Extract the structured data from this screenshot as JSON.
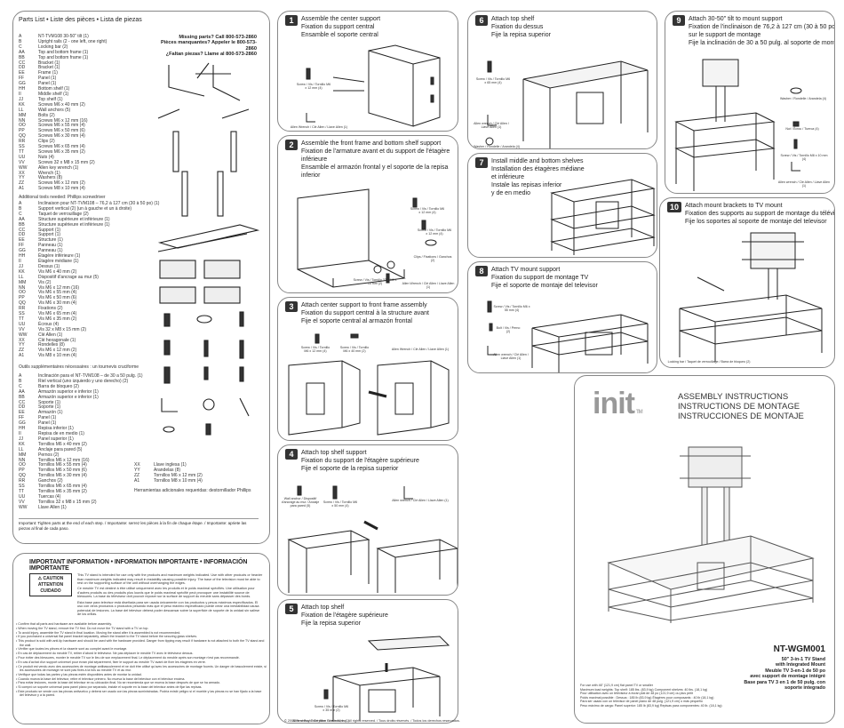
{
  "parts_list": {
    "header": "Parts List • Liste des pièces • Lista de piezas",
    "missing_parts": [
      "Missing parts? Call 800-573-2860",
      "Pièces manquantes? Appeler le 800-573-2860",
      "¿Faltan piezas? Llame al 800-573-2860"
    ],
    "english_items": [
      [
        "A",
        "NT-TVM108 30-50\" tilt (1)"
      ],
      [
        "B",
        "Upright rails (2 - one left, one right)"
      ],
      [
        "C",
        "Locking bar (2)"
      ],
      [
        "AA",
        "Top and bottom frame (1)"
      ],
      [
        "BB",
        "Top and bottom frame (1)"
      ],
      [
        "CC",
        "Bracket (1)"
      ],
      [
        "DD",
        "Bracket (1)"
      ],
      [
        "EE",
        "Frame (1)"
      ],
      [
        "FF",
        "Panel (1)"
      ],
      [
        "GG",
        "Panel (1)"
      ],
      [
        "HH",
        "Bottom shelf (1)"
      ],
      [
        "II",
        "Middle shelf (1)"
      ],
      [
        "JJ",
        "Top shelf (1)"
      ],
      [
        "KK",
        "Screws M6 x 40 mm (2)"
      ],
      [
        "LL",
        "Wall anchors (5)"
      ],
      [
        "MM",
        "Bolts (2)"
      ],
      [
        "NN",
        "Screws M6 x 12 mm (16)"
      ],
      [
        "OO",
        "Screws M6 x 55 mm (4)"
      ],
      [
        "PP",
        "Screws M6 x 50 mm (6)"
      ],
      [
        "QQ",
        "Screws M6 x 30 mm (4)"
      ],
      [
        "RR",
        "Clips (2)"
      ],
      [
        "SS",
        "Screws M6 x 65 mm (4)"
      ],
      [
        "TT",
        "Screws M6 x 35 mm (2)"
      ],
      [
        "UU",
        "Nuts (4)"
      ],
      [
        "VV",
        "Screws 32 x M8 x 15 mm (2)"
      ],
      [
        "WW",
        "Allen key wrench (1)"
      ],
      [
        "XX",
        "Wrench (1)"
      ],
      [
        "YY",
        "Washers (8)"
      ],
      [
        "ZZ",
        "Screws M6 x 12 mm (2)"
      ],
      [
        "A1",
        "Screws M8 x 10 mm (4)"
      ]
    ],
    "english_tools": "Additional tools needed: Phillips screwdriver",
    "french_items": [
      [
        "A",
        "Inclinaison pour NT-TVM108 – 76,2 à 127 cm (30 à 50 po) (1)"
      ],
      [
        "B",
        "Support vertical (2) (un à gauche et un à droite)"
      ],
      [
        "C",
        "Taquet de verrouillage (2)"
      ],
      [
        "AA",
        "Structure supérieure et inférieure (1)"
      ],
      [
        "BB",
        "Structure supérieure et inférieure (1)"
      ],
      [
        "CC",
        "Support (1)"
      ],
      [
        "DD",
        "Support (1)"
      ],
      [
        "EE",
        "Structure (1)"
      ],
      [
        "FF",
        "Panneau (1)"
      ],
      [
        "GG",
        "Panneau (1)"
      ],
      [
        "HH",
        "Étagère inférieure (1)"
      ],
      [
        "II",
        "Étagère médiane (1)"
      ],
      [
        "JJ",
        "Dessus (1)"
      ],
      [
        "KK",
        "Vis M6 x 40 mm (2)"
      ],
      [
        "LL",
        "Dispositif d'ancrage au mur (5)"
      ],
      [
        "MM",
        "Vis (2)"
      ],
      [
        "NN",
        "Vis M6 x 12 mm (16)"
      ],
      [
        "OO",
        "Vis M6 x 55 mm (4)"
      ],
      [
        "PP",
        "Vis M6 x 50 mm (6)"
      ],
      [
        "QQ",
        "Vis M6 x 30 mm (4)"
      ],
      [
        "RR",
        "Fixations (2)"
      ],
      [
        "SS",
        "Vis M6 x 65 mm (4)"
      ],
      [
        "TT",
        "Vis M6 x 35 mm (2)"
      ],
      [
        "UU",
        "Écrous (4)"
      ],
      [
        "VV",
        "Vis 32 x M8 x 15 mm (2)"
      ],
      [
        "WW",
        "Clé Allen (1)"
      ],
      [
        "XX",
        "Clé hexagonale (1)"
      ],
      [
        "YY",
        "Rondelles (8)"
      ],
      [
        "ZZ",
        "Vis M6 x 12 mm (2)"
      ],
      [
        "A1",
        "Vis M8 x 10 mm (4)"
      ]
    ],
    "french_tools": "Outils supplémentaires nécessaires : un tournevis cruciforme",
    "spanish_items": [
      [
        "A",
        "Inclinación para el NT-TVM108 – de 30 a 50 pulg. (1)"
      ],
      [
        "B",
        "Riel vertical (uno izquierdo y uno derecho) (2)"
      ],
      [
        "C",
        "Barra de bloqueo (2)"
      ],
      [
        "AA",
        "Armazón superior e inferior (1)"
      ],
      [
        "BB",
        "Armazón superior e inferior (1)"
      ],
      [
        "CC",
        "Soporte (1)"
      ],
      [
        "DD",
        "Soporte (1)"
      ],
      [
        "EE",
        "Armazón (1)"
      ],
      [
        "FF",
        "Panel (1)"
      ],
      [
        "GG",
        "Panel (1)"
      ],
      [
        "HH",
        "Repisa inferior (1)"
      ],
      [
        "II",
        "Repisa de en medio (1)"
      ],
      [
        "JJ",
        "Panel superior (1)"
      ],
      [
        "KK",
        "Tornillos M6 x 40 mm (2)"
      ],
      [
        "LL",
        "Anclaje para pared (5)"
      ],
      [
        "MM",
        "Pernos (2)"
      ],
      [
        "NN",
        "Tornillos M6 x 12 mm (16)"
      ],
      [
        "OO",
        "Tornillos M6 x 55 mm (4)"
      ],
      [
        "PP",
        "Tornillos M6 x 50 mm (6)"
      ],
      [
        "QQ",
        "Tornillos M6 x 30 mm (4)"
      ],
      [
        "RR",
        "Ganchos (2)"
      ],
      [
        "SS",
        "Tornillos M6 x 65 mm (4)"
      ],
      [
        "TT",
        "Tornillos M6 x 35 mm (2)"
      ],
      [
        "UU",
        "Tuercas (4)"
      ],
      [
        "VV",
        "Tornillos 32 x M8 x 15 mm (2)"
      ],
      [
        "WW",
        "Llave Allen (1)"
      ]
    ],
    "spanish_extra": [
      [
        "XX",
        "Llave inglesa (1)"
      ],
      [
        "YY",
        "Arandelas (8)"
      ],
      [
        "ZZ",
        "Tornillos M6 x 12 mm (2)"
      ],
      [
        "A1",
        "Tornillos M8 x 10 mm (4)"
      ]
    ],
    "spanish_tools": "Herramientas adicionales requeridas: destornillador Phillips",
    "important": "Important: Tighten parts at the end of each step. / Importante: serrez les pièces à la fin de chaque étape. / Importante: apriete las piezas al final de cada paso."
  },
  "important_info": {
    "header": "IMPORTANT INFORMATION • INFORMATION IMPORTANTE • INFORMACIÓN IMPORTANTE",
    "caution_badge": [
      "CAUTION",
      "ATTENTION",
      "CUIDADO"
    ],
    "paragraph_en": "This TV stand is intended for use only with the products and maximum weights indicated. Use with other products or heavier than maximum weights indicated may result in instability causing possible injury. The base of the television must be able to rest on the supporting surface of the unit without overhanging the edges.",
    "paragraph_fr": "Ce meuble TV est destiné à être utilisé uniquement avec les produits et le poids maximal spécifiés. Une utilisation pour d'autres produits ou des produits plus lourds que le poids maximal spécifié peut provoquer une instabilité source de blessures. La base du téléviseur doit pouvoir reposer sur la surface de support du meuble sans dépasser des bords.",
    "paragraph_es": "Esta base para televisor está diseñada para ser usada únicamente con los productos y pesos máximos especificados. El uso con otros productos o productos pesando más que el peso máximo especificado puede crear una inestabilidad causa potencial de lesiones. La base del televisor deberá poder descansar sobre la superficie de soporte de la unidad sin salirse de los orillas.",
    "bullets": [
      "Confirm that all parts and hardware are available before assembly.",
      "When moving the TV stand, remove the TV first. Do not move the TV stand with a TV on top.",
      "To avoid injury, assemble the TV stand in final location. Moving the stand after it is assembled is not recommended.",
      "If you purchased a universal flat panel bracket separately, attach the bracket to the TV stand before the securing glass shelves.",
      "This product is sold with anti-tip hardware and should be used with the hardware provided. Danger from tipping may result if hardware is not attached to both the TV stand and the wall.",
      "Vérifier que toutes les pièces et la visserie sont au complet avant le montage.",
      "En cas de déplacement du meuble TV, retirer d'abord le téléviseur. Ne pas déplacer le meuble TV avec le téléviseur dessus.",
      "Pour éviter des blessures, monter le meuble TV sur le lieu de son emplacement final. Le déplacement du meuble après son montage n'est pas recommandé.",
      "En cas d'achat d'un support universel pour écran plat séparément, fixer le support au meuble TV avant de fixer les étagères en verre.",
      "Ce produit est vendu avec des accessoires de montage antibasculement et ne doit être utilisé qu'avec les accessoires de montage fournis. Un danger de basculement existe, si les accessoires de montage ne sont pas fixés à la fois au meuble TV et au mur.",
      "Verifique que todas las partes y las piezas estén disponibles antes de montar la unidad.",
      "Cuando mueva la base del televisor, retire el televisor primero. No mueva la base del televisor con el televisor encima.",
      "Para evitar lesiones, monte la base del televisor en su ubicación final. No se recomienda que se mueva la base después de que se ha armado.",
      "Si compró un soporte universal para panel plano por separado, instale el soporte en la base del televisor antes de fijar las repisas.",
      "Este producto se vende con las piezas antivuelco y deberá ser usado con las piezas suministradas. Podría existir peligro si el mueble y las piezas no se han fijado a la base del televisor y a la pared."
    ]
  },
  "steps": [
    {
      "num": "1",
      "lines": [
        "Assemble the center support",
        "Fixation du support central",
        "Ensamble el soporte central"
      ],
      "labels": [
        "Allen Wrench / Clé Allen / Llave Allen (1)",
        "Screw / Vis / Tornillo M6 x 12 mm (4)"
      ]
    },
    {
      "num": "2",
      "lines": [
        "Assemble the front frame and bottom shelf support",
        "Fixation de l'armature avant et du support de l'étagère",
        "inférieure",
        "Ensamble el armazón frontal y el soporte de la repisa",
        "inferior"
      ],
      "labels": [
        "Screw / Vis / Tornillo M6 x 12 mm (4)",
        "Screw / Vis / Tornillo M6 x 12 mm (4)",
        "Clips / Fixations / Ganchos (2)",
        "Screw / Vis / Tornillo 32 x M8 x 15 mm (2)",
        "Allen Wrench / Clé Allen / Llave Allen (1)"
      ]
    },
    {
      "num": "3",
      "lines": [
        "Attach center support to front frame assembly",
        "Fixation du support central à la structure avant",
        "Fije el soporte central al armazón frontal"
      ],
      "labels": [
        "Screw / Vis / Tornillo M6 x 12 mm (4)",
        "Screw / Vis / Tornillo M6 x 40 mm (2)",
        "Allen Wrench / Clé Allen / Llave Allen (1)"
      ]
    },
    {
      "num": "4",
      "lines": [
        "Attach top shelf support",
        "Fixation du support de l'étagère supérieure",
        "Fije el soporte de la repisa superior"
      ],
      "labels": [
        "Wall anchor / Dispositif d'ancrage au mur / Anclaje para pared (5)",
        "Screw / Vis / Tornillo M6 x 50 mm (4)",
        "Allen wrench / Clé Allen / Llave Allen (1)"
      ]
    },
    {
      "num": "5",
      "lines": [
        "Attach top shelf",
        "Fixation de l'étagère supérieure",
        "Fije la repisa superior"
      ],
      "labels": [
        "Screw / Vis / Tornillo M6 x 35 mm (2)",
        "Allen wrench / Clé Allen / Llave Allen (1)"
      ]
    },
    {
      "num": "6",
      "lines": [
        "Attach top shelf",
        "Fixation du dessus",
        "Fije la repisa superior"
      ],
      "labels": [
        "Screw / Vis / Tornillo M6 x 65 mm (4)",
        "Allen wrench / Clé Allen / Llave Allen (1)",
        "Washer / Rondelle / Arandela (4)"
      ]
    },
    {
      "num": "7",
      "lines": [
        "Install middle and bottom shelves",
        "Installation des étagères médiane",
        "et inférieure",
        "Instale las repisas inferior",
        "y de en medio"
      ],
      "labels": []
    },
    {
      "num": "8",
      "lines": [
        "Attach TV mount support",
        "Fixation du support de montage TV",
        "Fije el soporte de montaje del televisor"
      ],
      "labels": [
        "Screw / Vis / Tornillo M6 x 55 mm (4)",
        "Bolt / Vis / Perno (2)",
        "Allen wrench / Clé Allen / Llave Allen (1)"
      ]
    },
    {
      "num": "9",
      "lines": [
        "Attach 30-50\" tilt to mount support",
        "Fixation de l'inclinaison de 76,2 à 127 cm (30 à 50 po)",
        "sur le support de montage",
        "Fije la inclinación de 30 a 50 pulg. al soporte de montaje"
      ],
      "labels": [
        "Washer / Rondelle / Arandela (4)",
        "Nut / Écrou / Tuerca (4)",
        "Screw / Vis / Tornillo M8 x 10 mm (4)",
        "Allen wrench / Clé Allen / Llave Allen (1)"
      ]
    },
    {
      "num": "10",
      "lines": [
        "Attach mount brackets to TV mount",
        "Fixation des supports au support de montage du téléviseur",
        "Fije los soportes al soporte de montaje del televisor"
      ],
      "labels": [
        "Locking bar / Taquet de verrouillage / Barra de bloqueo (2)"
      ]
    }
  ],
  "cover": {
    "brand": "init",
    "tm": "TM",
    "titles": [
      "ASSEMBLY INSTRUCTIONS",
      "INSTRUCTIONS DE MONTAGE",
      "INSTRUCCIONES DE MONTAJE"
    ],
    "model": "NT-WGM001",
    "product_lines": [
      "50\" 3-in-1 TV Stand",
      "with Integrated Mount",
      "Meuble TV 3-en-1 de 50 po",
      "avec support de montage intégré",
      "Base para TV 3 en 1 de 50 pulg. con",
      "soporte integrado"
    ],
    "specs": [
      "For use with 46\" (121,9 cm) flat panel TV or smaller",
      "Maximum load weights: Top shelf: 185 lbs. (83,9 kg)   Component shelves: 40 lbs. (18,1 kg)",
      "Pour utilisation avec un téléviseur à écran plat de 48 po (121,9 cm) ou plus petit",
      "Poids maximal possible : Dessus : 185 lb (83,9 kg)   Étagères pour composants : 40 lb (18,1 kg)",
      "Para ser usado con un televisor de panel plano de 48 pulg. (121,9 cm) o más pequeño",
      "Peso máximo de carga: Panel superior: 185 lb (83,9 kg)   Repisas para componentes: 40 lb. (18,1 kg)"
    ]
  },
  "footer": "© 2008 Best Buy Enterprise Services, Inc. All rights reserved. / Tous droits réservés. / Todos los derechos reservados."
}
